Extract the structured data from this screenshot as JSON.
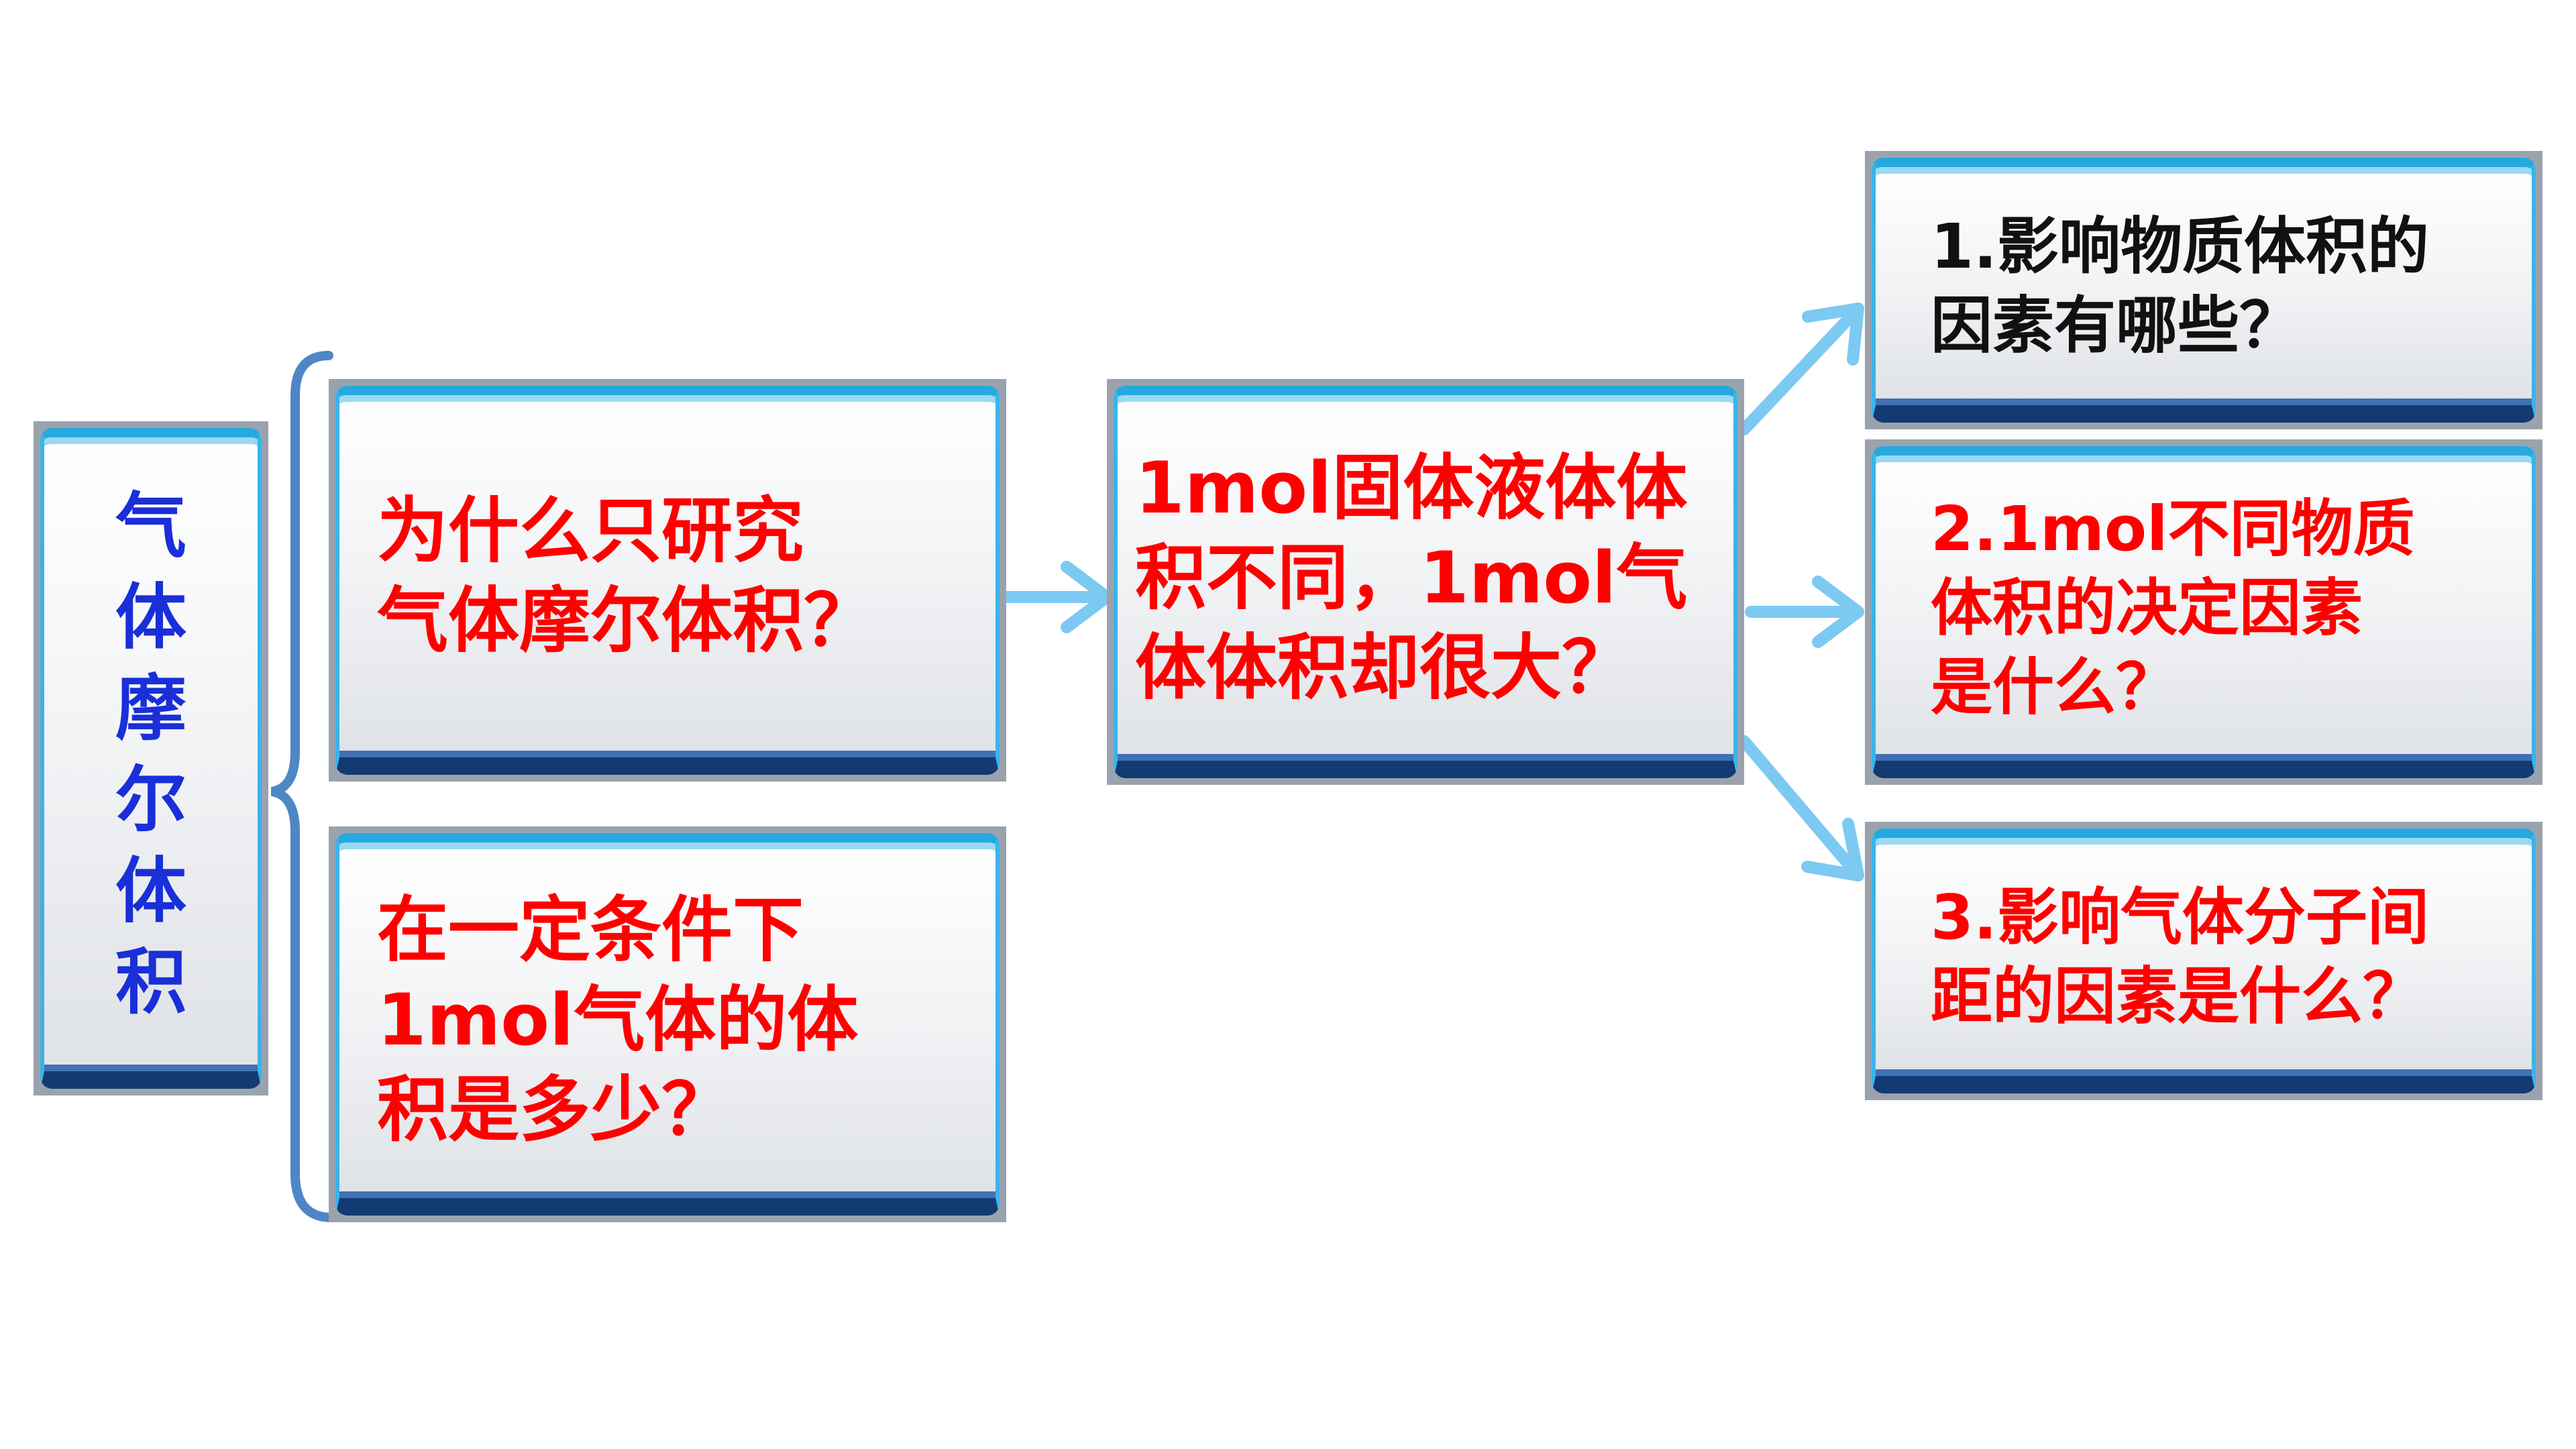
{
  "diagram": {
    "title": "气\n体\n摩\n尔\n体\n积",
    "left_questions": [
      "为什么只研究\n气体摩尔体积？",
      "在一定条件下\n1mol气体的体\n积是多少？"
    ],
    "center_question": "1mol固体液体体\n积不同，1mol气\n体体积却很大？",
    "right_questions": [
      "1.影响物质体积的\n因素有哪些？",
      "2.1mol不同物质\n体积的决定因素\n是什么？",
      "3.影响气体分子间\n距的因素是什么？"
    ],
    "colors": {
      "question_red": "#ff0000",
      "title_blue": "#1a2fd8",
      "arrow_blue": "#7cc9f2",
      "brace_blue": "#4f86c6"
    }
  }
}
